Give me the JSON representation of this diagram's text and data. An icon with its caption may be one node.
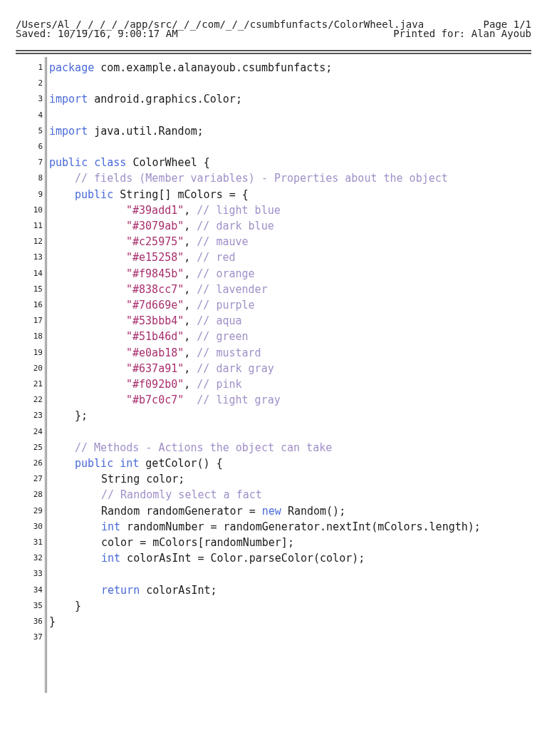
{
  "diagram": {
    "labels": [
      "/Users/Al_/_/_/_/_/app/src/_/_/com/_/_/csumbfunfacts/ColorWheel.java",
      "Page 1/1",
      "Saved: 10/19/16, 9:00:17 AM",
      "Printed for: Alan Ayoub",
      "1",
      "package com.example.alanayoub.csumbfunfacts;",
      "2",
      "3",
      "import android.graphics.Color;",
      "4",
      "5",
      "import java.util.Random;",
      "6",
      "7",
      "public class ColorWheel {",
      "8",
      "// fields (Member variables) - Properties about the object",
      "9",
      "public String[] mColors = {",
      "10",
      "\"#39add1\", // light blue",
      "11",
      "\"#3079ab\", // dark blue",
      "12",
      "\"#c25975\", // mauve",
      "13",
      "\"#e15258\", // red",
      "14",
      "\"#f9845b\", // orange",
      "15",
      "\"#838cc7\", // lavender",
      "16",
      "\"#7d669e\", // purple",
      "17",
      "\"#53bbb4\", // aqua",
      "18",
      "\"#51b46d\", // green",
      "19",
      "\"#e0ab18\", // mustard",
      "20",
      "\"#637a91\", // dark gray",
      "21",
      "\"#f092b0\", // pink",
      "22",
      "\"#b7c0c7\"  // light gray",
      "23",
      "};",
      "24",
      "25",
      "// Methods - Actions the object can take",
      "26",
      "public int getColor() {",
      "27",
      "String color;",
      "28",
      "// Randomly select a fact",
      "29",
      "Random randomGenerator = new Random();",
      "30",
      "int randomNumber = randomGenerator.nextInt(mColors.length);",
      "31",
      "color = mColors[randomNumber];",
      "32",
      "int colorAsInt = Color.parseColor(color);",
      "33",
      "34",
      "return colorAsInt;",
      "35",
      "}",
      "36",
      "}",
      "37"
    ]
  }
}
